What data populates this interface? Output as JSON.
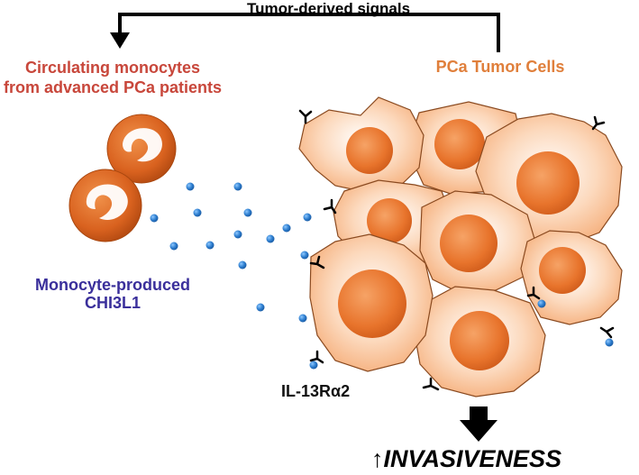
{
  "labels": {
    "signals": "Tumor-derived signals",
    "monocytes_line1": "Circulating monocytes",
    "monocytes_line2": "from advanced PCa patients",
    "tumor_cells": "PCa Tumor Cells",
    "chi_line1": "Monocyte-produced",
    "chi_line2": "CHI3L1",
    "receptor": "IL-13Rα2",
    "up_arrow": "↑",
    "outcome": "INVASIVENESS"
  },
  "colors": {
    "monocyte_text": "#c8473b",
    "tumor_text": "#e07f3b",
    "chi_text": "#3a2f9b",
    "cell_fill": "#f9c49a",
    "nucleus": "#e8742c",
    "molecule": "#2f7fd0"
  }
}
